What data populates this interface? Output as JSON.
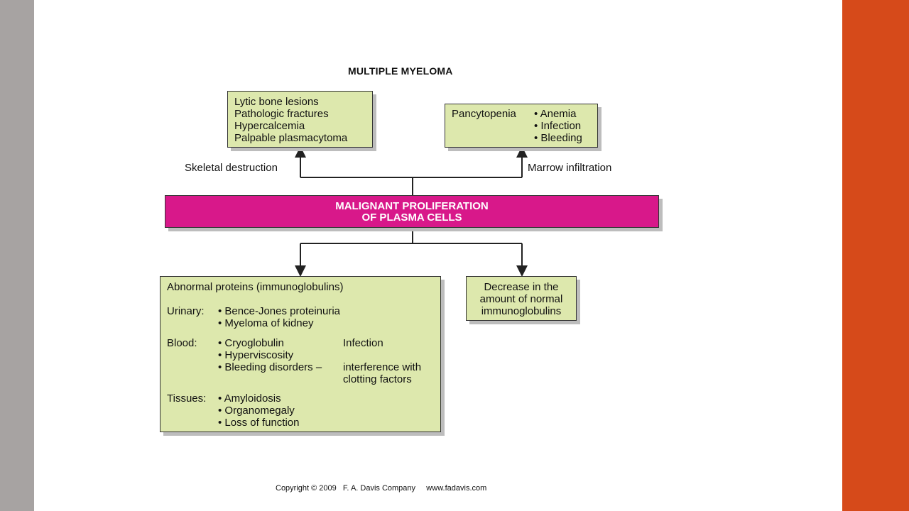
{
  "title": "MULTIPLE MYELOMA",
  "colors": {
    "left_bar": "#a7a3a2",
    "right_bar": "#d64a1a",
    "box_fill": "#dde8ad",
    "center_fill": "#d8188a"
  },
  "top_left_box": {
    "lines": [
      "Lytic bone lesions",
      "Pathologic fractures",
      "Hypercalcemia",
      "Palpable plasmacytoma"
    ]
  },
  "top_right_box": {
    "heading": "Pancytopenia",
    "items": [
      "• Anemia",
      "• Infection",
      "• Bleeding"
    ]
  },
  "labels": {
    "left": "Skeletal destruction",
    "right": "Marrow infiltration"
  },
  "center": {
    "line1": "MALIGNANT PROLIFERATION",
    "line2": "OF PLASMA CELLS"
  },
  "bottom_left_box": {
    "heading": "Abnormal proteins (immunoglobulins)",
    "urinary_label": "Urinary:",
    "urinary_items": [
      "• Bence-Jones proteinuria",
      "• Myeloma of kidney"
    ],
    "blood_label": "Blood:",
    "blood_items": [
      "• Cryoglobulin",
      "• Hyperviscosity",
      "• Bleeding disorders –"
    ],
    "blood_notes": [
      "Infection",
      "interference with",
      "clotting factors"
    ],
    "tissues_label": "Tissues:",
    "tissues_items": [
      "• Amyloidosis",
      "• Organomegaly",
      "• Loss of function"
    ]
  },
  "bottom_right_box": {
    "lines": [
      "Decrease in the",
      "amount of normal",
      "immunoglobulins"
    ]
  },
  "copyright": "Copyright © 2009   F. A. Davis Company     www.fadavis.com"
}
